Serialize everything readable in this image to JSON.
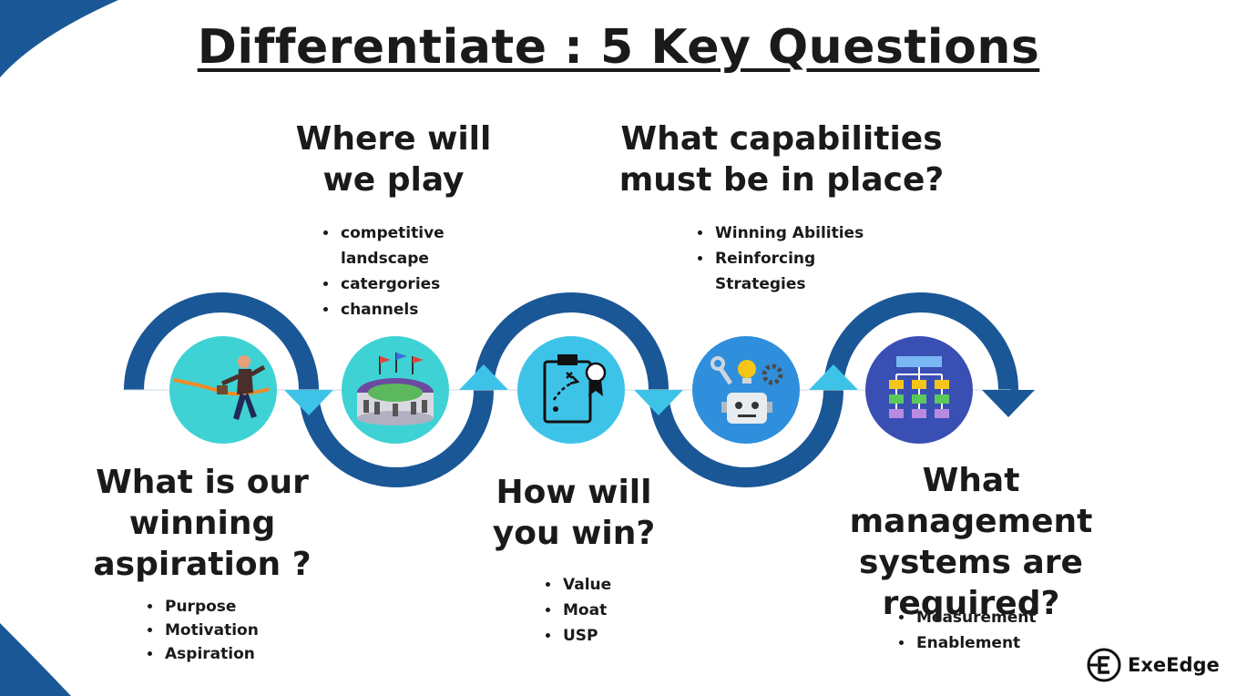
{
  "title": "Differentiate : 5 Key Questions",
  "questions": [
    {
      "title_lines": [
        "What is our",
        "winning",
        "aspiration ?"
      ],
      "bullets": [
        "Purpose",
        "Motivation",
        "Aspiration"
      ],
      "icon": "runner-finish-line-icon"
    },
    {
      "title_lines": [
        "Where will",
        "we play"
      ],
      "bullets": [
        "competitive landscape",
        "catergories",
        "channels"
      ],
      "icon": "stadium-icon"
    },
    {
      "title_lines": [
        "How will",
        "you win?"
      ],
      "bullets": [
        "Value",
        "Moat",
        "USP"
      ],
      "icon": "strategy-clipboard-icon"
    },
    {
      "title_lines": [
        "What capabilities",
        "must be in place?"
      ],
      "bullets": [
        "Winning Abilities",
        "Reinforcing Strategies"
      ],
      "icon": "robot-idea-gear-icon"
    },
    {
      "title_lines": [
        "What management",
        "systems are",
        "required?"
      ],
      "bullets": [
        "Measurement",
        "Enablement"
      ],
      "icon": "flowchart-icon"
    }
  ],
  "logo": {
    "text": "ExeEdge",
    "icon": "exeedge-logo-icon"
  },
  "colors": {
    "wave": "#1a5796",
    "arrow_light": "#3ec3e8",
    "arrow_dark": "#1a5796",
    "accent_corner": "#1a5796",
    "text": "#1a1a1a"
  }
}
